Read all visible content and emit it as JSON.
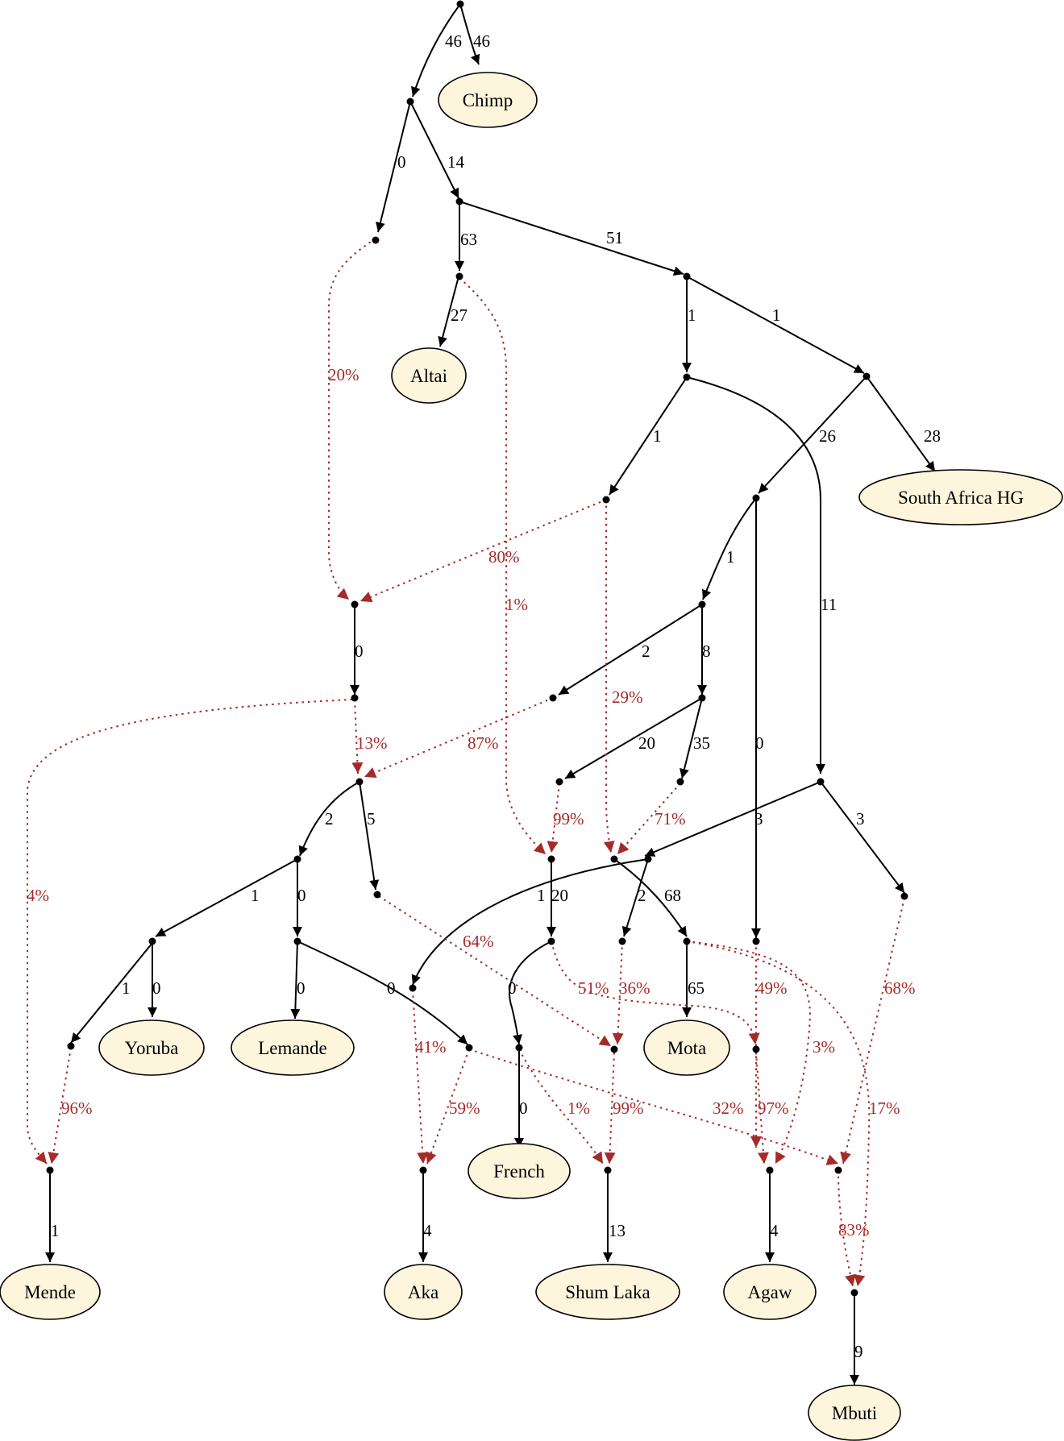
{
  "leaves": {
    "chimp": "Chimp",
    "altai": "Altai",
    "south_africa_hg": "South Africa HG",
    "yoruba": "Yoruba",
    "lemande": "Lemande",
    "mota": "Mota",
    "french": "French",
    "mende": "Mende",
    "aka": "Aka",
    "shum_laka": "Shum Laka",
    "agaw": "Agaw",
    "mbuti": "Mbuti"
  },
  "drift_labels": {
    "root_left": "46",
    "root_chimp": "46",
    "n1_ghost": "0",
    "n1_n2": "14",
    "n2_altai_anc": "63",
    "n2_n3": "51",
    "altai": "27",
    "n3_n4": "1",
    "n3_n5": "1",
    "n4_n6": "1",
    "n4_long": "11",
    "n5_n7": "26",
    "sahg": "28",
    "n7_n8": "1",
    "n7_agaw_branch": "0",
    "n8_n10": "2",
    "n8_n11": "8",
    "mix1_down": "0",
    "n11_n12": "20",
    "n11_n13": "35",
    "mix2_n14": "2",
    "mix2_n15": "5",
    "n16_n17": "3",
    "n16_n18": "3",
    "n14_n19": "1",
    "n14_n20": "0",
    "n17_aka_anc": "1",
    "n17_n21": "2",
    "mixE_n22": "20",
    "mixF_n23": "68",
    "n19_mende_anc": "1",
    "yoruba": "0",
    "lemande": "0",
    "n20_n24": "0",
    "french_anc": "0",
    "french": "0",
    "mota": "65",
    "mende": "1",
    "aka": "4",
    "shum_laka": "13",
    "agaw": "4",
    "mbuti": "9"
  },
  "admixture_labels": {
    "ghost_to_mix1": "20%",
    "n6_to_mix1": "80%",
    "altai_anc_to_mixE": "1%",
    "n6_to_mixF": "29%",
    "mix1_to_mix2": "13%",
    "mix1_to_mende": "4%",
    "n10_to_mix2": "87%",
    "n12_to_mixE": "99%",
    "n13_to_mixF": "71%",
    "n15_to_mota_mix": "64%",
    "n22_to_agaw_mix": "51%",
    "n21_to_mota_mix": "36%",
    "n25_to_agaw_mix": "49%",
    "n23_to_mbuti_mix": "3%",
    "n18_to_mbuti": "68%",
    "aka_mix_from_n26": "41%",
    "n19_to_mende": "96%",
    "n24_to_aka": "59%",
    "n22_to_shum": "1%",
    "mota_mix_to_shum": "99%",
    "n24_to_mbuti_mix": "32%",
    "agaw_mix_to_agaw": "97%",
    "n23_to_mbuti": "17%",
    "mbuti_mix_to_mbuti": "83%"
  },
  "colors": {
    "edge": "#000000",
    "admixture": "#a52a2a",
    "leaf_fill": "#fdf5dc"
  }
}
